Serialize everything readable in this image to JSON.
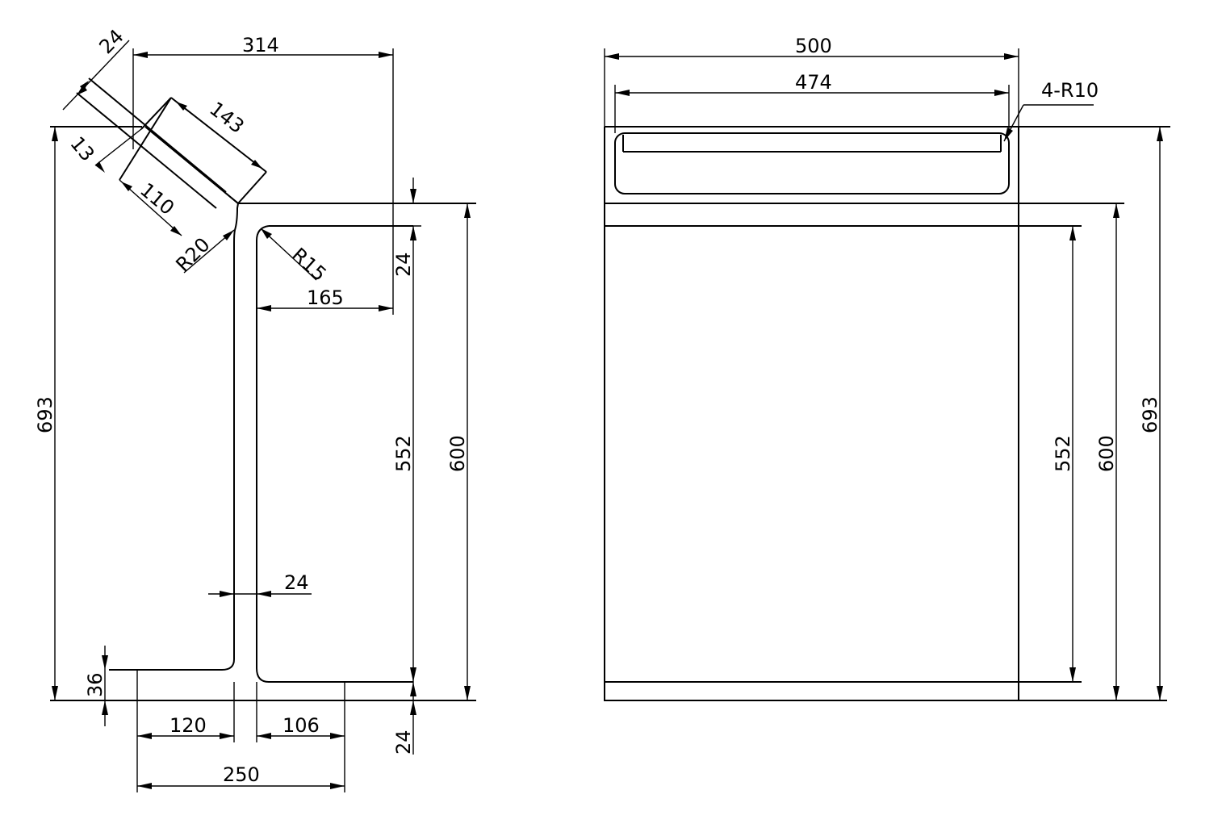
{
  "front_view": {
    "dim_top_width": "314",
    "dim_chamfer_thickness": "24",
    "dim_chamfer_length": "143",
    "dim_offset": "13",
    "dim_chamfer_inner": "110",
    "dim_radius_outer": "R20",
    "dim_radius_inner": "R15",
    "dim_top_thickness": "24",
    "dim_flange_right": "165",
    "dim_inner_height": "552",
    "dim_total_height_600": "600",
    "dim_overall_height": "693",
    "dim_web_thickness": "24",
    "dim_bottom_thickness": "36",
    "dim_bottom_left": "120",
    "dim_bottom_right": "106",
    "dim_bottom_overall": "250",
    "dim_bottom_right_thickness": "24"
  },
  "side_view": {
    "dim_width": "500",
    "dim_inner_width": "474",
    "dim_corner_radius": "4-R10",
    "dim_inner_height": "552",
    "dim_height_600": "600",
    "dim_overall_height": "693"
  }
}
